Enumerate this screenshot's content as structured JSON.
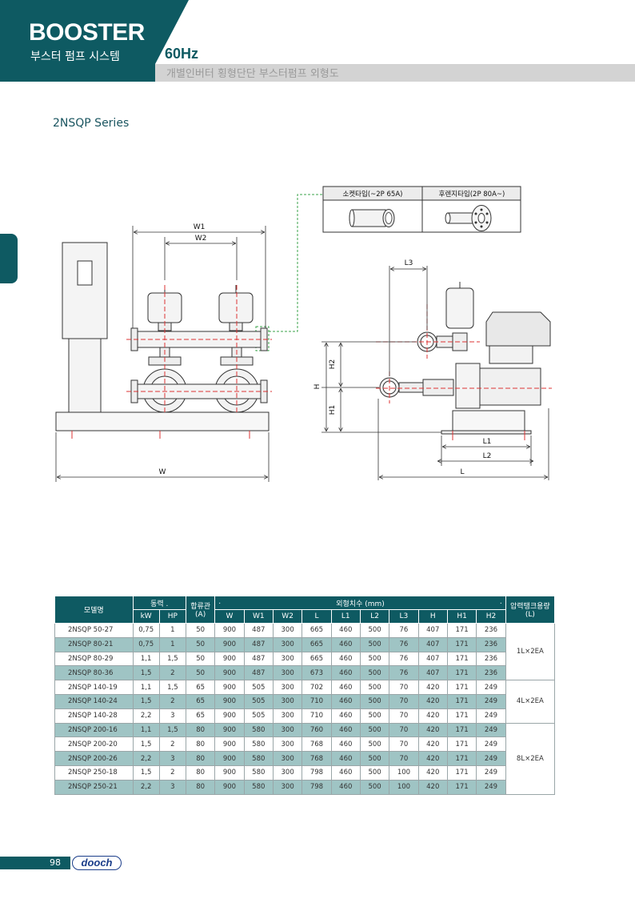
{
  "header": {
    "title": "BOOSTER",
    "subtitle": "부스터 펌프 시스템",
    "frequency": "60Hz",
    "description": "개별인버터 횡형단단 부스터펌프 외형도",
    "colors": {
      "teal": "#0e5a62",
      "table_alt_row": "#9fc4c4",
      "grey_band": "#d3d3d3"
    }
  },
  "series": "2NSQP Series",
  "drawing": {
    "connection_box": {
      "socket_label": "소켓타입(~2P 65A)",
      "flange_label": "후렌지타입(2P 80A~)"
    },
    "front_view": {
      "w1": "W1",
      "w2": "W2",
      "w": "W"
    },
    "side_view": {
      "l3": "L3",
      "h2": "H2",
      "h": "H",
      "h1": "H1",
      "l1": "L1",
      "l2": "L2",
      "l": "L"
    }
  },
  "table": {
    "header": {
      "model": "모델명",
      "power": "동력",
      "power_dot": ".",
      "current": "합류관\n(A)",
      "dims": "외형치수 (mm)",
      "dims_dot_left": ".",
      "dims_dot_right": ".",
      "tank": "압력탱크용량\n(L)",
      "sub": [
        "kW",
        "HP",
        "W",
        "W1",
        "W2",
        "L",
        "L1",
        "L2",
        "L3",
        "H",
        "H1",
        "H2"
      ]
    },
    "rows": [
      {
        "model": "2NSQP 50-27",
        "kw": "0,75",
        "hp": "1",
        "a": "50",
        "w": "900",
        "w1": "487",
        "w2": "300",
        "l": "665",
        "l1": "460",
        "l2": "500",
        "l3": "76",
        "h": "407",
        "h1": "171",
        "h2": "236"
      },
      {
        "model": "2NSQP 80-21",
        "kw": "0,75",
        "hp": "1",
        "a": "50",
        "w": "900",
        "w1": "487",
        "w2": "300",
        "l": "665",
        "l1": "460",
        "l2": "500",
        "l3": "76",
        "h": "407",
        "h1": "171",
        "h2": "236"
      },
      {
        "model": "2NSQP 80-29",
        "kw": "1,1",
        "hp": "1,5",
        "a": "50",
        "w": "900",
        "w1": "487",
        "w2": "300",
        "l": "665",
        "l1": "460",
        "l2": "500",
        "l3": "76",
        "h": "407",
        "h1": "171",
        "h2": "236"
      },
      {
        "model": "2NSQP 80-36",
        "kw": "1,5",
        "hp": "2",
        "a": "50",
        "w": "900",
        "w1": "487",
        "w2": "300",
        "l": "673",
        "l1": "460",
        "l2": "500",
        "l3": "76",
        "h": "407",
        "h1": "171",
        "h2": "236"
      },
      {
        "model": "2NSQP 140-19",
        "kw": "1,1",
        "hp": "1,5",
        "a": "65",
        "w": "900",
        "w1": "505",
        "w2": "300",
        "l": "702",
        "l1": "460",
        "l2": "500",
        "l3": "70",
        "h": "420",
        "h1": "171",
        "h2": "249"
      },
      {
        "model": "2NSQP 140-24",
        "kw": "1,5",
        "hp": "2",
        "a": "65",
        "w": "900",
        "w1": "505",
        "w2": "300",
        "l": "710",
        "l1": "460",
        "l2": "500",
        "l3": "70",
        "h": "420",
        "h1": "171",
        "h2": "249"
      },
      {
        "model": "2NSQP 140-28",
        "kw": "2,2",
        "hp": "3",
        "a": "65",
        "w": "900",
        "w1": "505",
        "w2": "300",
        "l": "710",
        "l1": "460",
        "l2": "500",
        "l3": "70",
        "h": "420",
        "h1": "171",
        "h2": "249"
      },
      {
        "model": "2NSQP 200-16",
        "kw": "1,1",
        "hp": "1,5",
        "a": "80",
        "w": "900",
        "w1": "580",
        "w2": "300",
        "l": "760",
        "l1": "460",
        "l2": "500",
        "l3": "70",
        "h": "420",
        "h1": "171",
        "h2": "249"
      },
      {
        "model": "2NSQP 200-20",
        "kw": "1,5",
        "hp": "2",
        "a": "80",
        "w": "900",
        "w1": "580",
        "w2": "300",
        "l": "768",
        "l1": "460",
        "l2": "500",
        "l3": "70",
        "h": "420",
        "h1": "171",
        "h2": "249"
      },
      {
        "model": "2NSQP 200-26",
        "kw": "2,2",
        "hp": "3",
        "a": "80",
        "w": "900",
        "w1": "580",
        "w2": "300",
        "l": "768",
        "l1": "460",
        "l2": "500",
        "l3": "70",
        "h": "420",
        "h1": "171",
        "h2": "249"
      },
      {
        "model": "2NSQP 250-18",
        "kw": "1,5",
        "hp": "2",
        "a": "80",
        "w": "900",
        "w1": "580",
        "w2": "300",
        "l": "798",
        "l1": "460",
        "l2": "500",
        "l3": "100",
        "h": "420",
        "h1": "171",
        "h2": "249"
      },
      {
        "model": "2NSQP 250-21",
        "kw": "2,2",
        "hp": "3",
        "a": "80",
        "w": "900",
        "w1": "580",
        "w2": "300",
        "l": "798",
        "l1": "460",
        "l2": "500",
        "l3": "100",
        "h": "420",
        "h1": "171",
        "h2": "249"
      }
    ],
    "tank_groups": [
      "1L×2EA",
      "4L×2EA",
      "8L×2EA"
    ]
  },
  "footer": {
    "page_number": "98",
    "logo": "dooch"
  }
}
